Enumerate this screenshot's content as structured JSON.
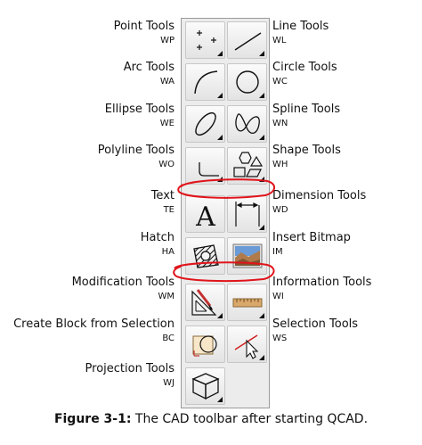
{
  "left_labels": [
    {
      "name": "Point Tools",
      "shortcut": "WP"
    },
    {
      "name": "Arc Tools",
      "shortcut": "WA"
    },
    {
      "name": "Ellipse Tools",
      "shortcut": "WE"
    },
    {
      "name": "Polyline Tools",
      "shortcut": "WO"
    },
    {
      "name": "Text",
      "shortcut": "TE"
    },
    {
      "name": "Hatch",
      "shortcut": "HA"
    },
    {
      "name": "Modification Tools",
      "shortcut": "WM"
    },
    {
      "name": "Create Block from Selection",
      "shortcut": "BC"
    },
    {
      "name": "Projection Tools",
      "shortcut": "WJ"
    }
  ],
  "right_labels": [
    {
      "name": "Line Tools",
      "shortcut": "WL"
    },
    {
      "name": "Circle Tools",
      "shortcut": "WC"
    },
    {
      "name": "Spline Tools",
      "shortcut": "WN"
    },
    {
      "name": "Shape Tools",
      "shortcut": "WH"
    },
    {
      "name": "Dimension Tools",
      "shortcut": "WD"
    },
    {
      "name": "Insert Bitmap",
      "shortcut": "IM"
    },
    {
      "name": "Information Tools",
      "shortcut": "WI"
    },
    {
      "name": "Selection Tools",
      "shortcut": "WS"
    }
  ],
  "text_icon_glyph": "A",
  "caption": {
    "prefix": "Figure 3-1:",
    "text": "The CAD toolbar after starting QCAD."
  },
  "colors": {
    "annotation_red": "#e0141b",
    "bitmap_sky": "#6b9bd6",
    "bitmap_ground": "#b07a4a",
    "ruler": "#d9a86a"
  }
}
